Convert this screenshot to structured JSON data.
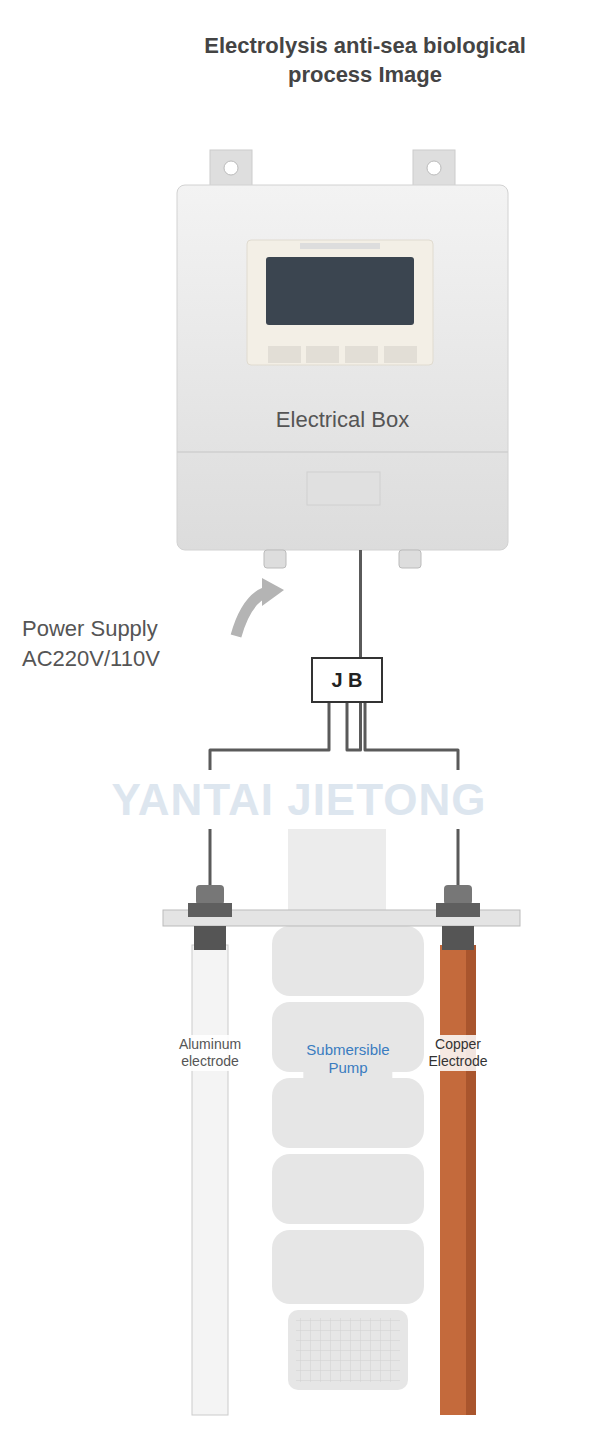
{
  "diagram": {
    "title": "Electrolysis anti-sea biological process Image",
    "nodes": [
      {
        "text": [
          "Electrical Box"
        ]
      },
      {
        "text": [
          "J B"
        ]
      },
      {
        "text": [
          "Aluminum electrode"
        ]
      },
      {
        "text": [
          "Submersible Pump"
        ]
      },
      {
        "text": [
          "Copper Electrode"
        ]
      }
    ],
    "edges": [
      {
        "from": 0,
        "to": 1,
        "arrow": "none"
      },
      {
        "from": 1,
        "to": 2,
        "arrow": "none"
      },
      {
        "from": 1,
        "to": 4,
        "arrow": "none"
      }
    ],
    "labels": [
      "Power Supply AC220V/110V",
      "YANTAI JIETONG"
    ]
  }
}
